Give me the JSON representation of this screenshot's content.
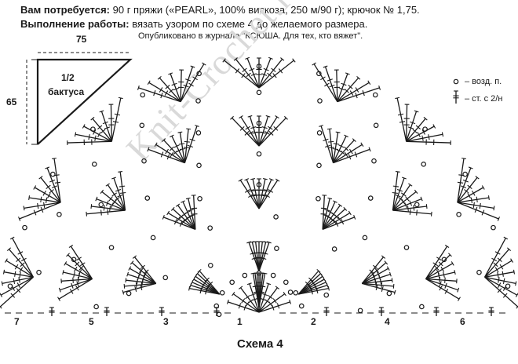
{
  "header": {
    "need_label": "Вам потребуется:",
    "need_text": "90 г пряжи («PEARL», 100% вискоза, 250 м/90 г); крючок № 1,75.",
    "work_label": "Выполнение работы:",
    "work_text": "вязать узором по схеме 4 до желаемого размера.",
    "published": "Опубликовано в журнале \"КСЮША. Для тех, кто вяжет\"."
  },
  "watermark": "Knit-Crochet.ru",
  "schematic": {
    "width": "75",
    "height": "65",
    "label_fraction": "1/2",
    "label_name": "бактуса"
  },
  "legend": {
    "chain": "– возд. п.",
    "dc": "– ст. с 2/н"
  },
  "rows": [
    "7",
    "5",
    "3",
    "1",
    "2",
    "4",
    "6"
  ],
  "caption": "Схема 4",
  "colors": {
    "ink": "#1a1a1a",
    "watermark": "#d9d9d9"
  }
}
